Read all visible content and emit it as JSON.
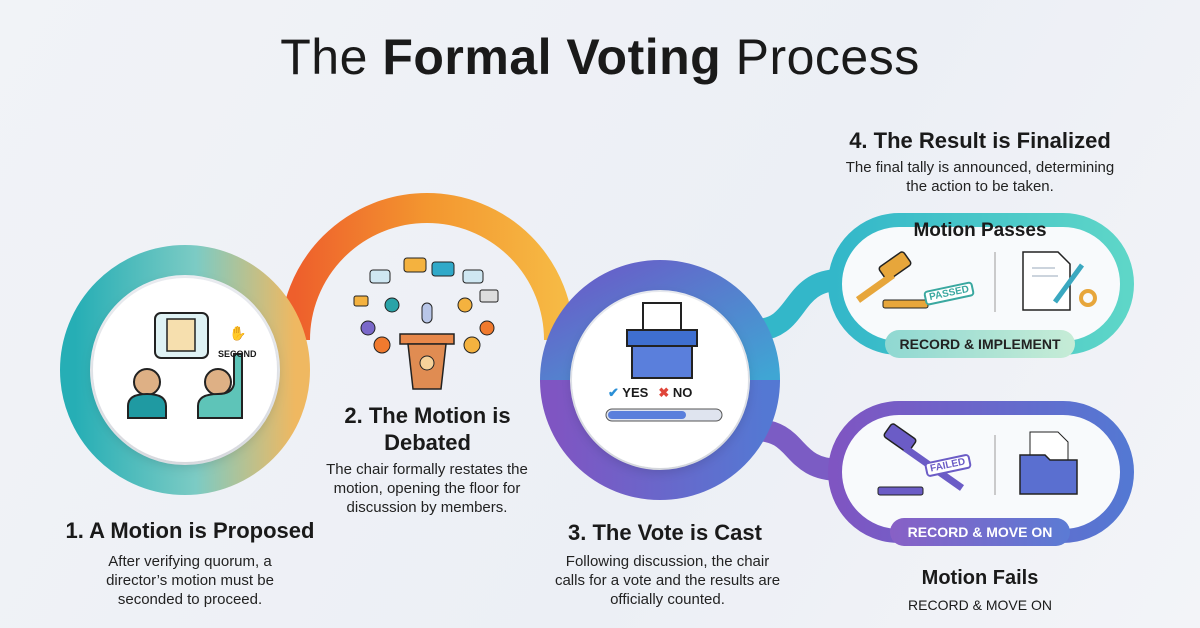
{
  "title": {
    "prefix": "The",
    "bold": "Formal Voting",
    "suffix": "Process"
  },
  "steps": [
    {
      "title": "1. A Motion is Proposed",
      "desc": "After verifying quorum, a director’s motion must be seconded to proceed.",
      "icon_label": "SECOND"
    },
    {
      "title_line1": "2. The Motion is",
      "title_line2": "Debated",
      "desc": "The chair formally restates the motion, opening the floor for discussion by members."
    },
    {
      "title": "3. The Vote is Cast",
      "desc": "Following discussion, the chair calls for a vote and the results are officially counted.",
      "yes": "YES",
      "no": "NO"
    },
    {
      "title": "4. The Result is Finalized",
      "desc": "The final tally is announced, determining the action to be taken."
    }
  ],
  "outcomes": {
    "pass": {
      "title": "Motion Passes",
      "stamp": "PASSED",
      "tag": "RECORD & IMPLEMENT"
    },
    "fail": {
      "title": "Motion Fails",
      "stamp": "FAILED",
      "tag": "RECORD & MOVE ON",
      "subtitle": "RECORD & MOVE ON"
    }
  },
  "colors": {
    "teal": "#2bb3b8",
    "orange": "#f07a2e",
    "yellow": "#f4b23f",
    "purple": "#7b5cc4",
    "blue": "#4a6fd1"
  }
}
